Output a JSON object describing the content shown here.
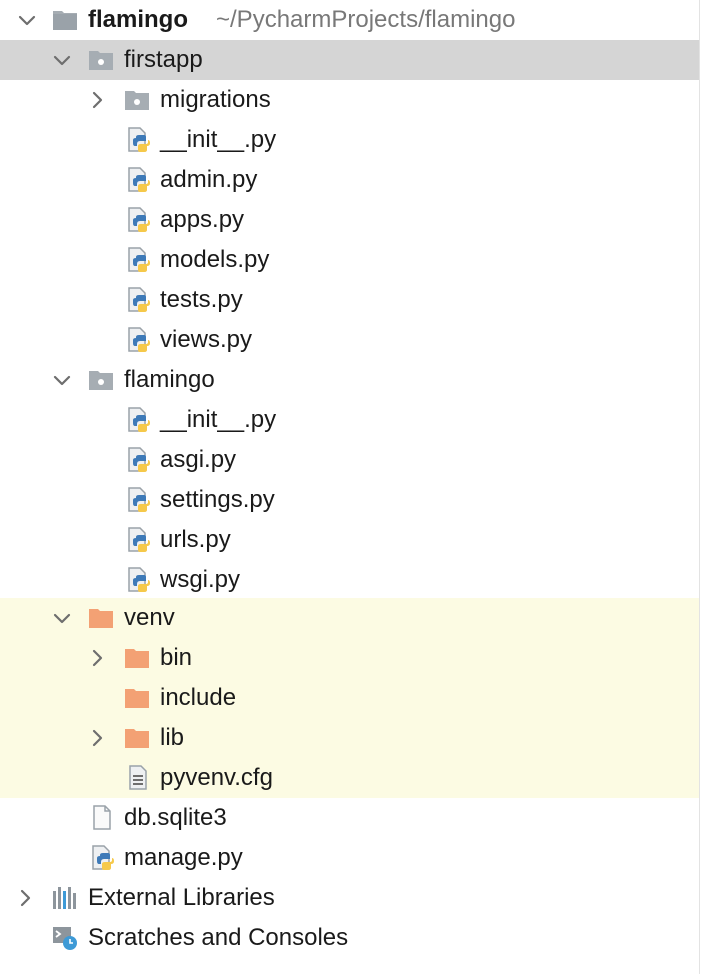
{
  "project": {
    "name": "flamingo",
    "path": "~/PycharmProjects/flamingo"
  },
  "tree": {
    "firstapp": {
      "label": "firstapp",
      "migrations": "migrations",
      "files": [
        "__init__.py",
        "admin.py",
        "apps.py",
        "models.py",
        "tests.py",
        "views.py"
      ]
    },
    "flamingo_pkg": {
      "label": "flamingo",
      "files": [
        "__init__.py",
        "asgi.py",
        "settings.py",
        "urls.py",
        "wsgi.py"
      ]
    },
    "venv": {
      "label": "venv",
      "bin": "bin",
      "include": "include",
      "lib": "lib",
      "cfg": "pyvenv.cfg"
    },
    "db": "db.sqlite3",
    "manage": "manage.py",
    "external_libraries": "External Libraries",
    "scratches": "Scratches and Consoles"
  },
  "colors": {
    "selection": "#d5d5d5",
    "venv_highlight": "#fcfbe3",
    "folder_gray": "#a6adb3",
    "folder_orange": "#f3a174",
    "python_blue": "#3e7ab8",
    "python_yellow": "#f6c94a"
  },
  "icons": {
    "expand": "chevron-down-icon",
    "collapse": "chevron-right-icon",
    "folder": "folder-icon",
    "module": "module-folder-icon",
    "python": "python-file-icon",
    "text": "text-file-icon",
    "libraries": "libraries-icon",
    "scratches": "scratches-icon"
  }
}
